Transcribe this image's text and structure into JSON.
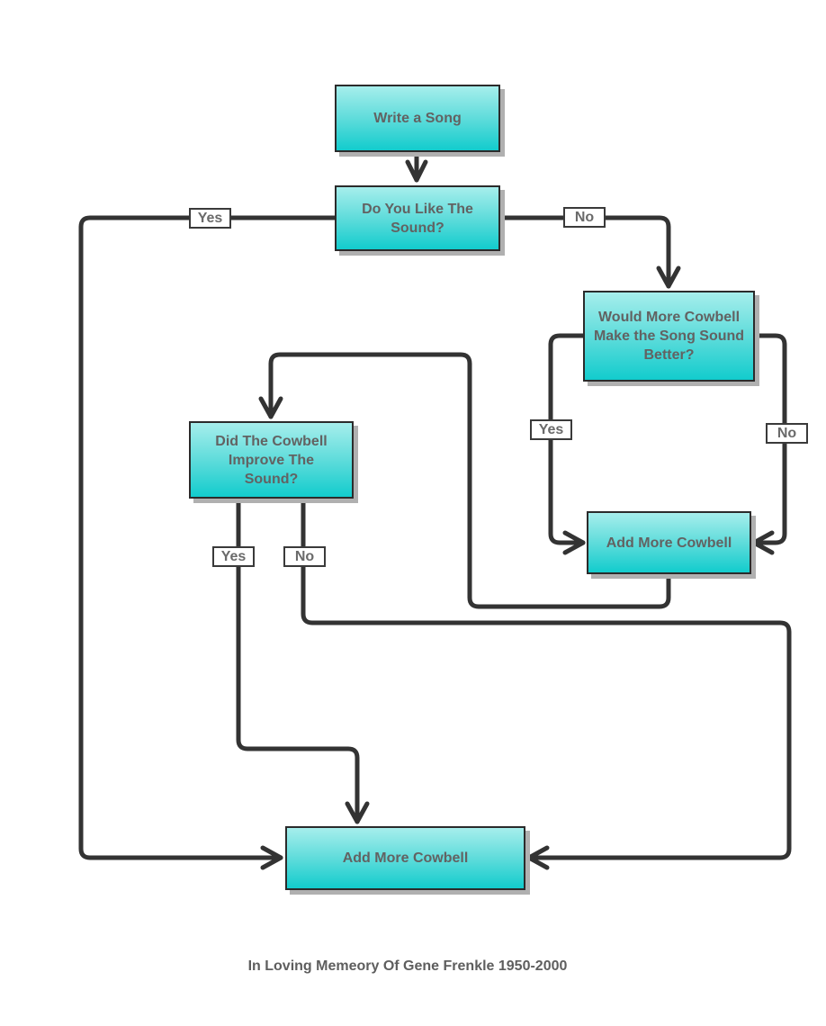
{
  "diagram": {
    "type": "flowchart",
    "nodes": [
      {
        "id": "write-song",
        "label": "Write a Song"
      },
      {
        "id": "like-sound",
        "label": "Do You Like The Sound?"
      },
      {
        "id": "more-cowbell-better",
        "label": "Would More Cowbell Make the Song Sound Better?"
      },
      {
        "id": "cowbell-improved",
        "label": "Did The Cowbell Improve The Sound?"
      },
      {
        "id": "add-cowbell-right",
        "label": "Add More Cowbell"
      },
      {
        "id": "add-cowbell-bottom",
        "label": "Add More Cowbell"
      }
    ],
    "edges": [
      {
        "from": "write-song",
        "to": "like-sound",
        "label": ""
      },
      {
        "from": "like-sound",
        "to": "add-cowbell-bottom",
        "label": "Yes"
      },
      {
        "from": "like-sound",
        "to": "more-cowbell-better",
        "label": "No"
      },
      {
        "from": "more-cowbell-better",
        "to": "add-cowbell-right",
        "label": "Yes"
      },
      {
        "from": "more-cowbell-better",
        "to": "add-cowbell-right",
        "label": "No"
      },
      {
        "from": "add-cowbell-right",
        "to": "cowbell-improved",
        "label": ""
      },
      {
        "from": "cowbell-improved",
        "to": "add-cowbell-bottom",
        "label": "Yes"
      },
      {
        "from": "cowbell-improved",
        "to": "add-cowbell-bottom",
        "label": "No"
      }
    ],
    "edge_labels": {
      "like_yes": "Yes",
      "like_no": "No",
      "better_yes": "Yes",
      "better_no": "No",
      "improved_yes": "Yes",
      "improved_no": "No"
    }
  },
  "footer": "In Loving Memeory Of Gene Frenkle 1950-2000",
  "colors": {
    "node_fill_top": "#a6eeec",
    "node_fill_bottom": "#12cccd",
    "line": "#333333",
    "text": "#626262"
  }
}
